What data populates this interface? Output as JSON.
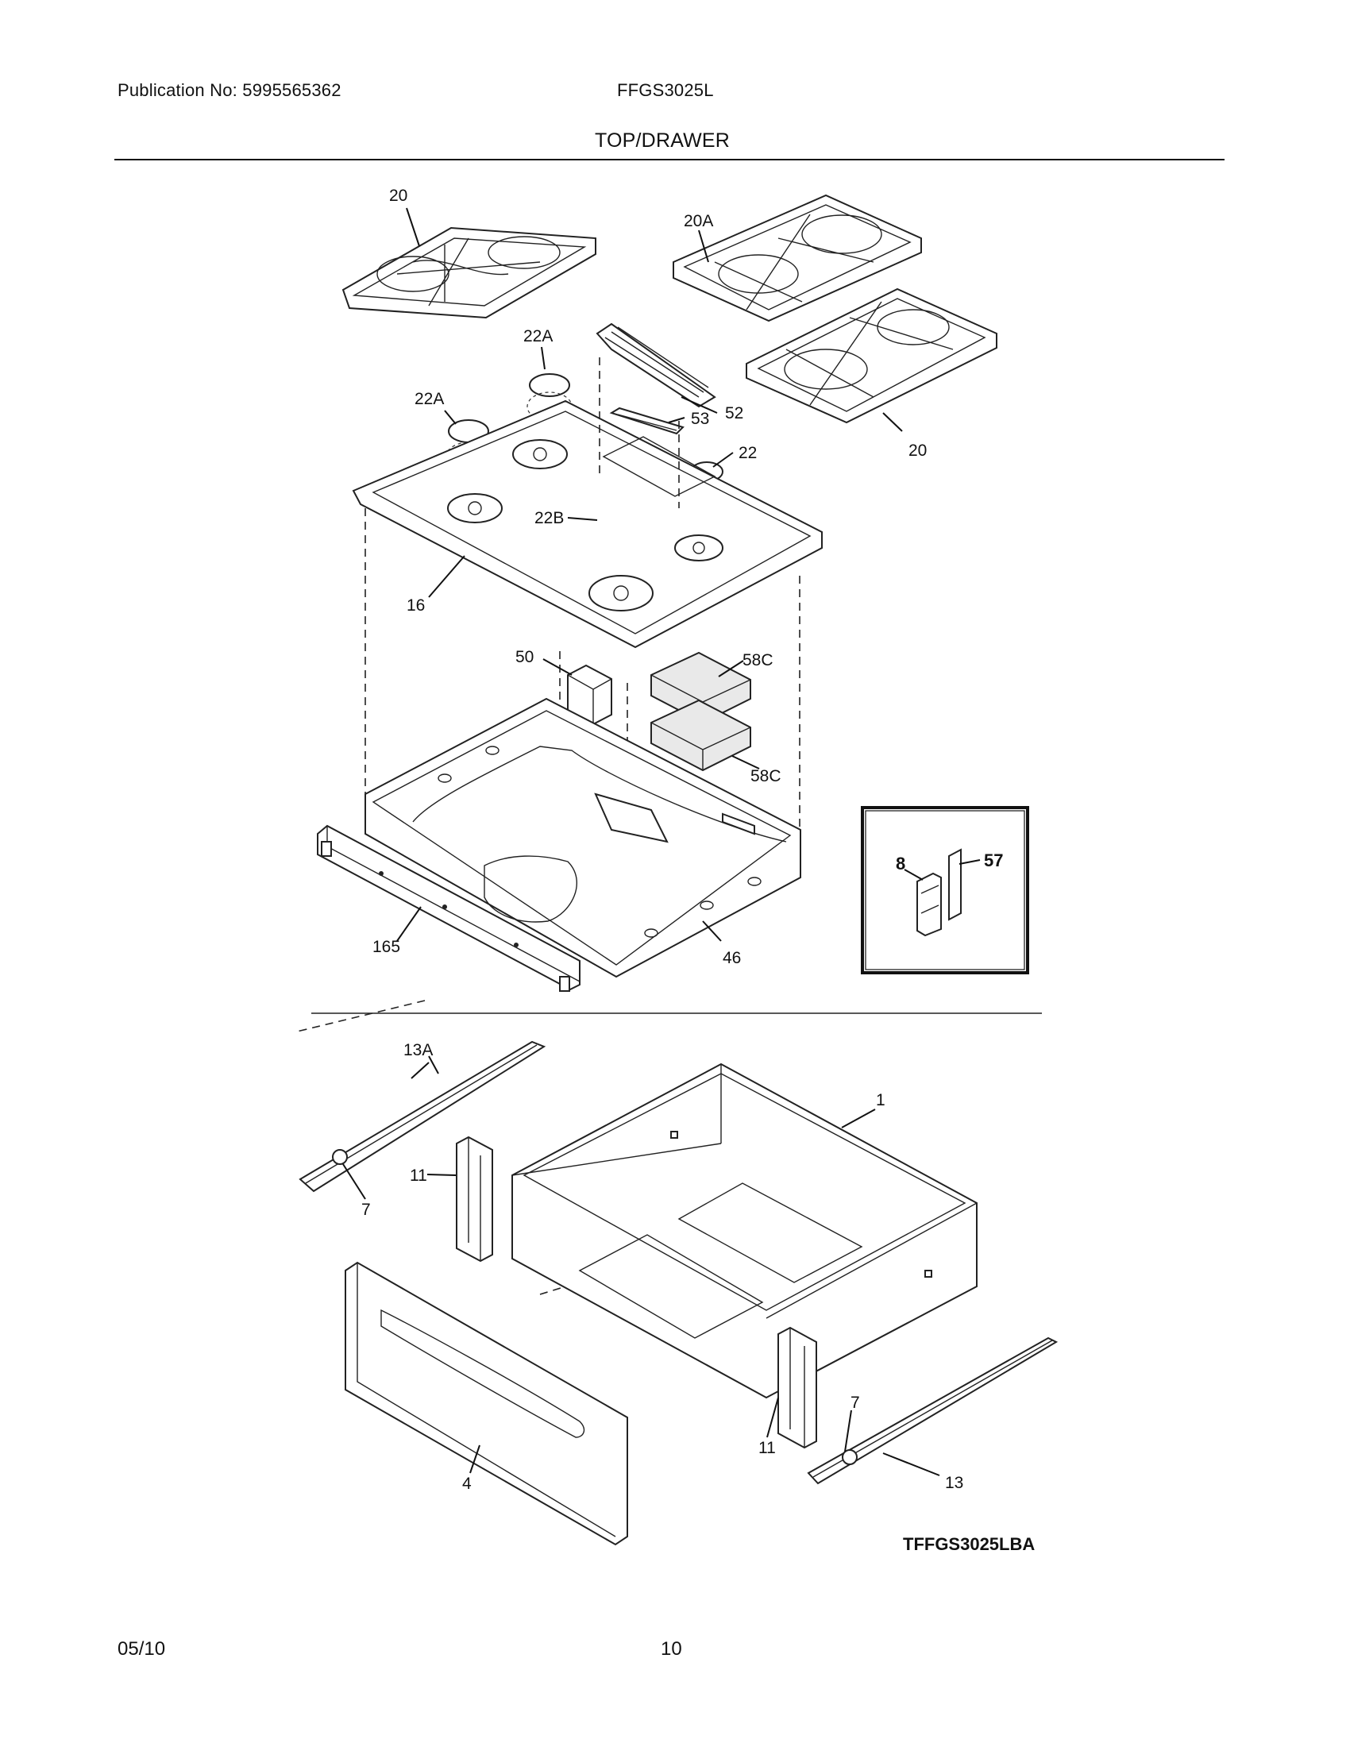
{
  "header": {
    "publication": "Publication No: 5995565362",
    "model": "FFGS3025L",
    "section_title": "TOP/DRAWER"
  },
  "diagram": {
    "code": "TFFGS3025LBA",
    "callouts": {
      "c20_left": "20",
      "c20a": "20A",
      "c22a_top": "22A",
      "c22a_left": "22A",
      "c52": "52",
      "c53": "53",
      "c22": "22",
      "c20_right": "20",
      "c22b": "22B",
      "c16": "16",
      "c50": "50",
      "c58c_top": "58C",
      "c58c_bottom": "58C",
      "c165": "165",
      "c46": "46",
      "c8": "8",
      "c57": "57",
      "c13a": "13A",
      "c11_left": "11",
      "c7_left": "7",
      "c1": "1",
      "c4": "4",
      "c7_right": "7",
      "c11_right": "11",
      "c13": "13"
    }
  },
  "footer": {
    "date": "05/10",
    "page": "10"
  }
}
